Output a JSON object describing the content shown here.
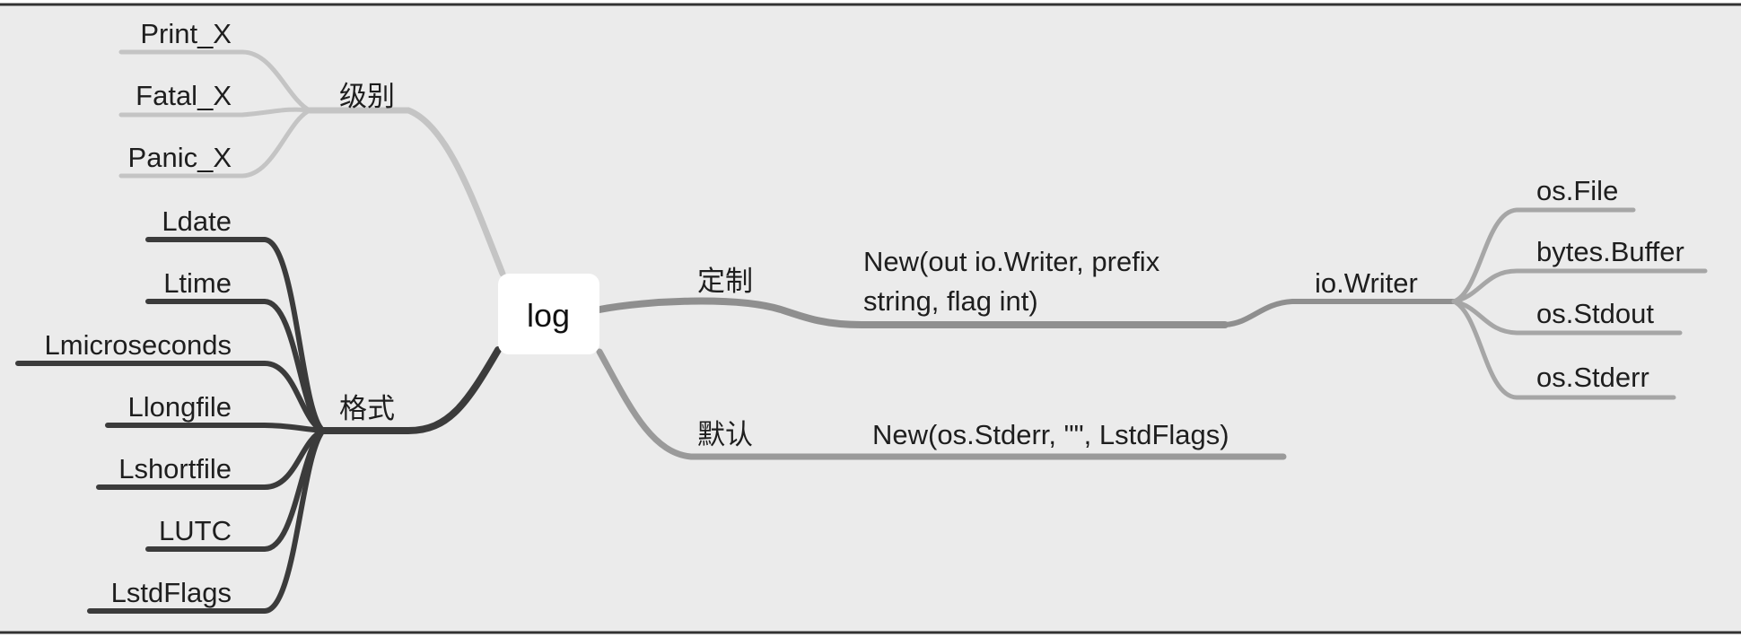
{
  "diagram": {
    "root": "log",
    "colors": {
      "background": "#ebebeb",
      "root_fill": "#ffffff",
      "level_branch": "#c4c4c4",
      "format_branch": "#3b3b3b",
      "custom_branch": "#8f8f8f",
      "default_branch": "#9a9a9a",
      "writer_branch": "#a6a6a6",
      "text": "#1e1e1e"
    },
    "level": {
      "label": "级别",
      "items": [
        "Print_X",
        "Fatal_X",
        "Panic_X"
      ]
    },
    "format": {
      "label": "格式",
      "items": [
        "Ldate",
        "Ltime",
        "Lmicroseconds",
        "Llongfile",
        "Lshortfile",
        "LUTC",
        "LstdFlags"
      ]
    },
    "custom": {
      "label": "定制",
      "constructor_line1": "New(out io.Writer, prefix",
      "constructor_line2": "string, flag int)",
      "writer": {
        "label": "io.Writer",
        "items": [
          "os.File",
          "bytes.Buffer",
          "os.Stdout",
          "os.Stderr"
        ]
      }
    },
    "default": {
      "label": "默认",
      "constructor": "New(os.Stderr, \"\", LstdFlags)"
    }
  }
}
